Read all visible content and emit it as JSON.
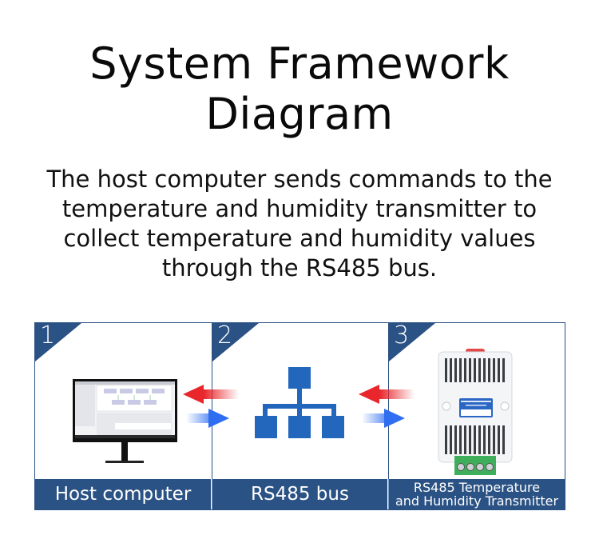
{
  "header": {
    "title_line1": "System Framework",
    "title_line2": "Diagram",
    "description": "The host computer sends commands to the temperature and humidity transmitter to collect temperature and humidity values through the RS485 bus."
  },
  "description_lines": [
    "The host computer sends commands to the",
    "temperature and humidity transmitter to",
    "collect temperature and humidity values",
    "through the RS485 bus."
  ],
  "steps": [
    {
      "number": "1",
      "label": "Host computer",
      "icon": "monitor-icon"
    },
    {
      "number": "2",
      "label": "RS485 bus",
      "icon": "network-tree-icon"
    },
    {
      "number": "3",
      "label_line1": "RS485 Temperature",
      "label_line2": "and Humidity Transmitter",
      "icon": "transmitter-device-icon"
    }
  ],
  "arrows": {
    "request_color": "#e8262b",
    "response_color": "#2f6ef0"
  },
  "colors": {
    "panel_blue": "#2b5284",
    "network_icon_blue": "#2367bd",
    "terminal_green": "#3fae5a"
  }
}
